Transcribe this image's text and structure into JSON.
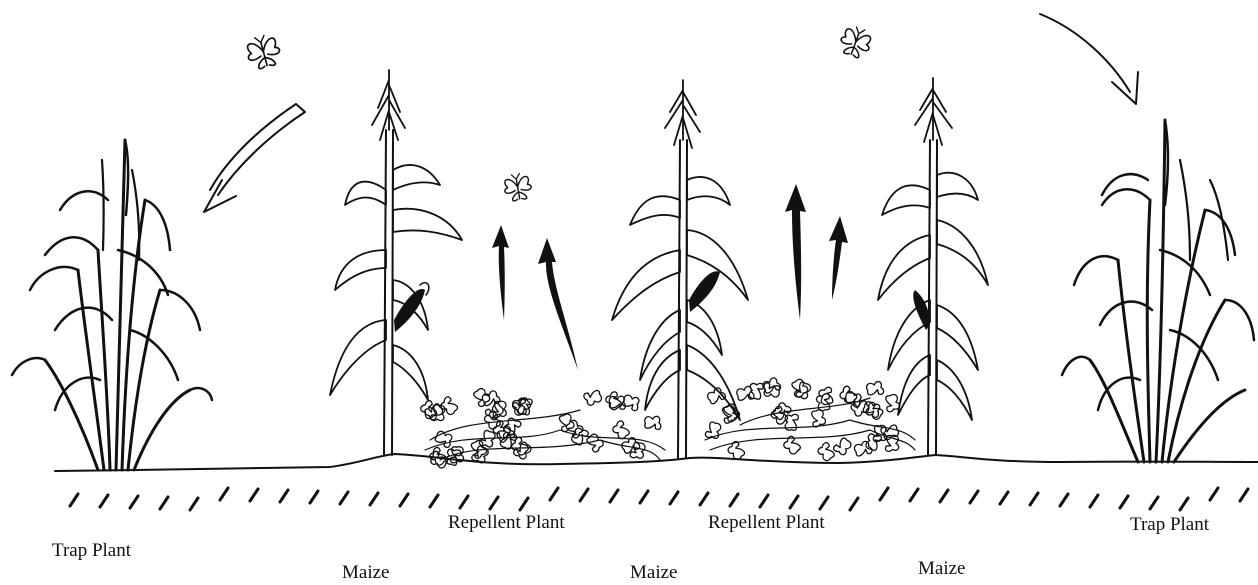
{
  "labels": {
    "trap_left": "Trap Plant",
    "maize_1": "Maize",
    "repellent_1": "Repellent Plant",
    "maize_2": "Maize",
    "repellent_2": "Repellent Plant",
    "maize_3": "Maize",
    "trap_right": "Trap Plant"
  },
  "colors": {
    "ink": "#111111",
    "background": "#ffffff"
  },
  "icons": [
    "moth-icon",
    "arrow-icon"
  ]
}
